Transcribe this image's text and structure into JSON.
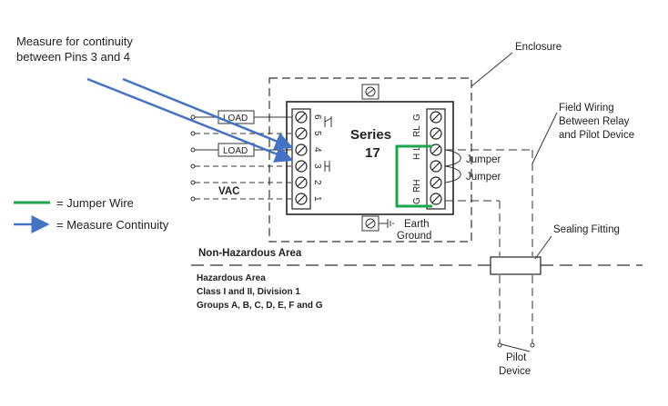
{
  "annotation": {
    "measure_line1": "Measure for continuity",
    "measure_line2": "between Pins 3 and 4"
  },
  "legend": {
    "jumper_wire": "= Jumper Wire",
    "measure_continuity": "= Measure Continuity",
    "jumper_color": "#1aa64a",
    "arrow_color": "#4472c4"
  },
  "relay": {
    "series_label": "Series",
    "series_number": "17",
    "left_pins": [
      "6",
      "5",
      "4",
      "3",
      "2",
      "1"
    ],
    "right_pins": [
      "G",
      "RL",
      "H L",
      "RH",
      "G"
    ]
  },
  "labels": {
    "enclosure": "Enclosure",
    "field_wiring_1": "Field Wiring",
    "field_wiring_2": "Between Relay",
    "field_wiring_3": "and Pilot Device",
    "sealing_fitting": "Sealing Fitting",
    "jumper_1": "Jumper",
    "jumper_2": "Jumper",
    "load_1": "LOAD",
    "load_2": "LOAD",
    "vac": "VAC",
    "earth": "Earth",
    "ground": "Ground",
    "non_hazardous": "Non-Hazardous Area",
    "hazardous": "Hazardous Area",
    "class_line": "Class I and II, Division 1",
    "groups_line": "Groups A, B, C, D, E, F and G",
    "pilot": "Pilot",
    "device": "Device"
  }
}
